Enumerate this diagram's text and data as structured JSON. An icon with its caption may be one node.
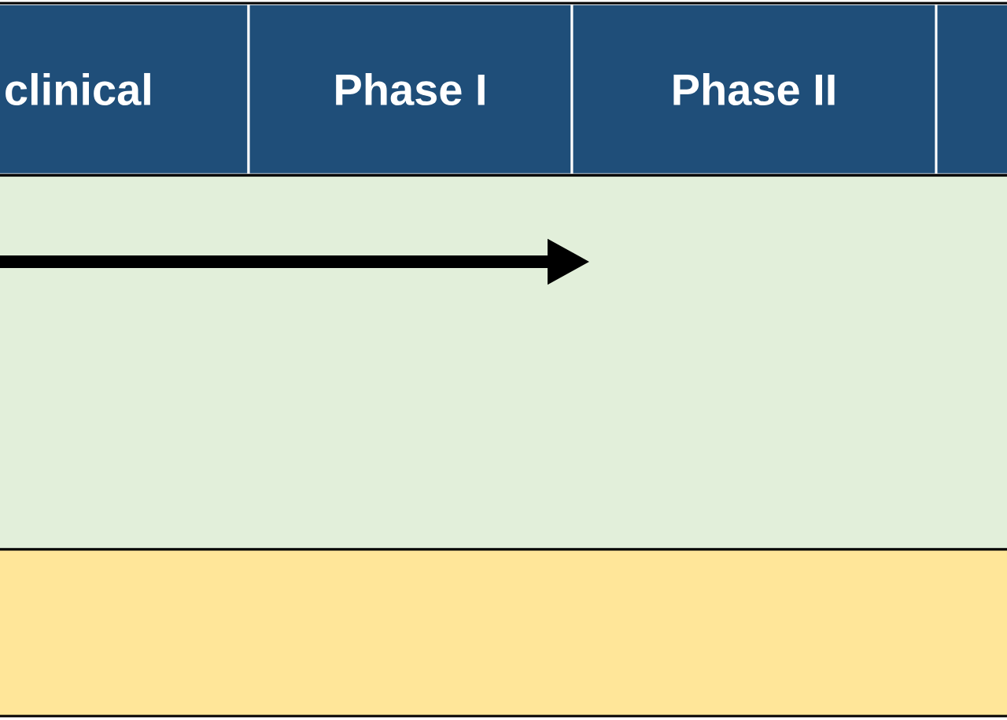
{
  "diagram": {
    "nodes": [
      {
        "text": [
          "clinical"
        ]
      },
      {
        "text": [
          "Phase I"
        ]
      },
      {
        "text": [
          "Phase II"
        ]
      },
      {
        "text": [],
        "shape": "box"
      },
      {
        "text": [],
        "shape": "box"
      },
      {
        "text": [],
        "shape": "box"
      }
    ]
  }
}
